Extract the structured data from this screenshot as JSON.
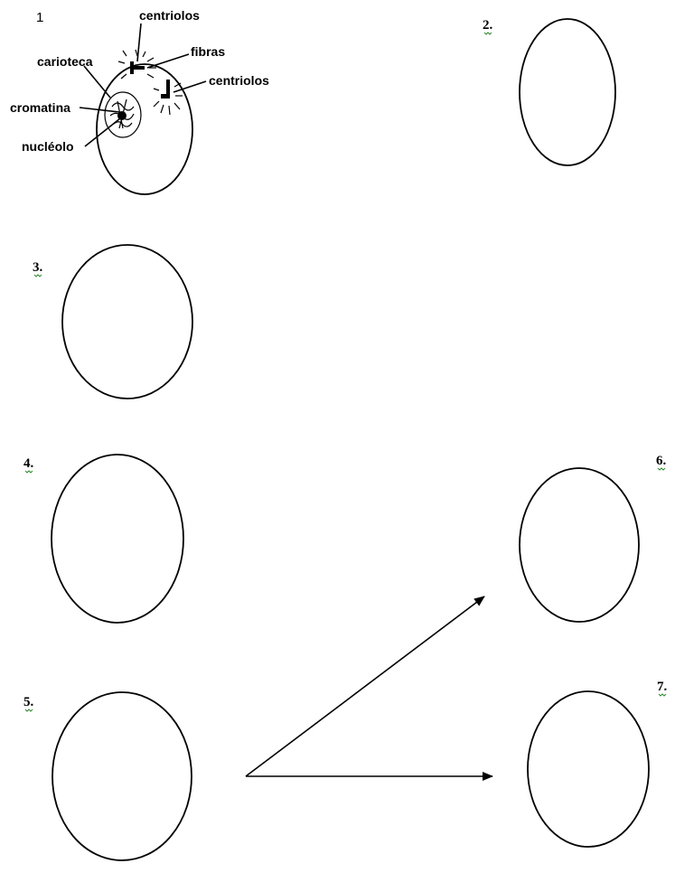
{
  "cell_labels": {
    "centriolos_top": "centriolos",
    "fibras": "fibras",
    "centriolos_right": "centriolos",
    "carioteca": "carioteca",
    "cromatina": "cromatina",
    "nucleolo": "nucléolo"
  },
  "stage_numbers": [
    "1",
    "2.",
    "3.",
    "4.",
    "5.",
    "6.",
    "7."
  ],
  "colors": {
    "stroke": "#000000",
    "spellcheck_squiggle": "#2e8b2e"
  },
  "icons": {
    "arrow": "arrow-right-icon"
  }
}
